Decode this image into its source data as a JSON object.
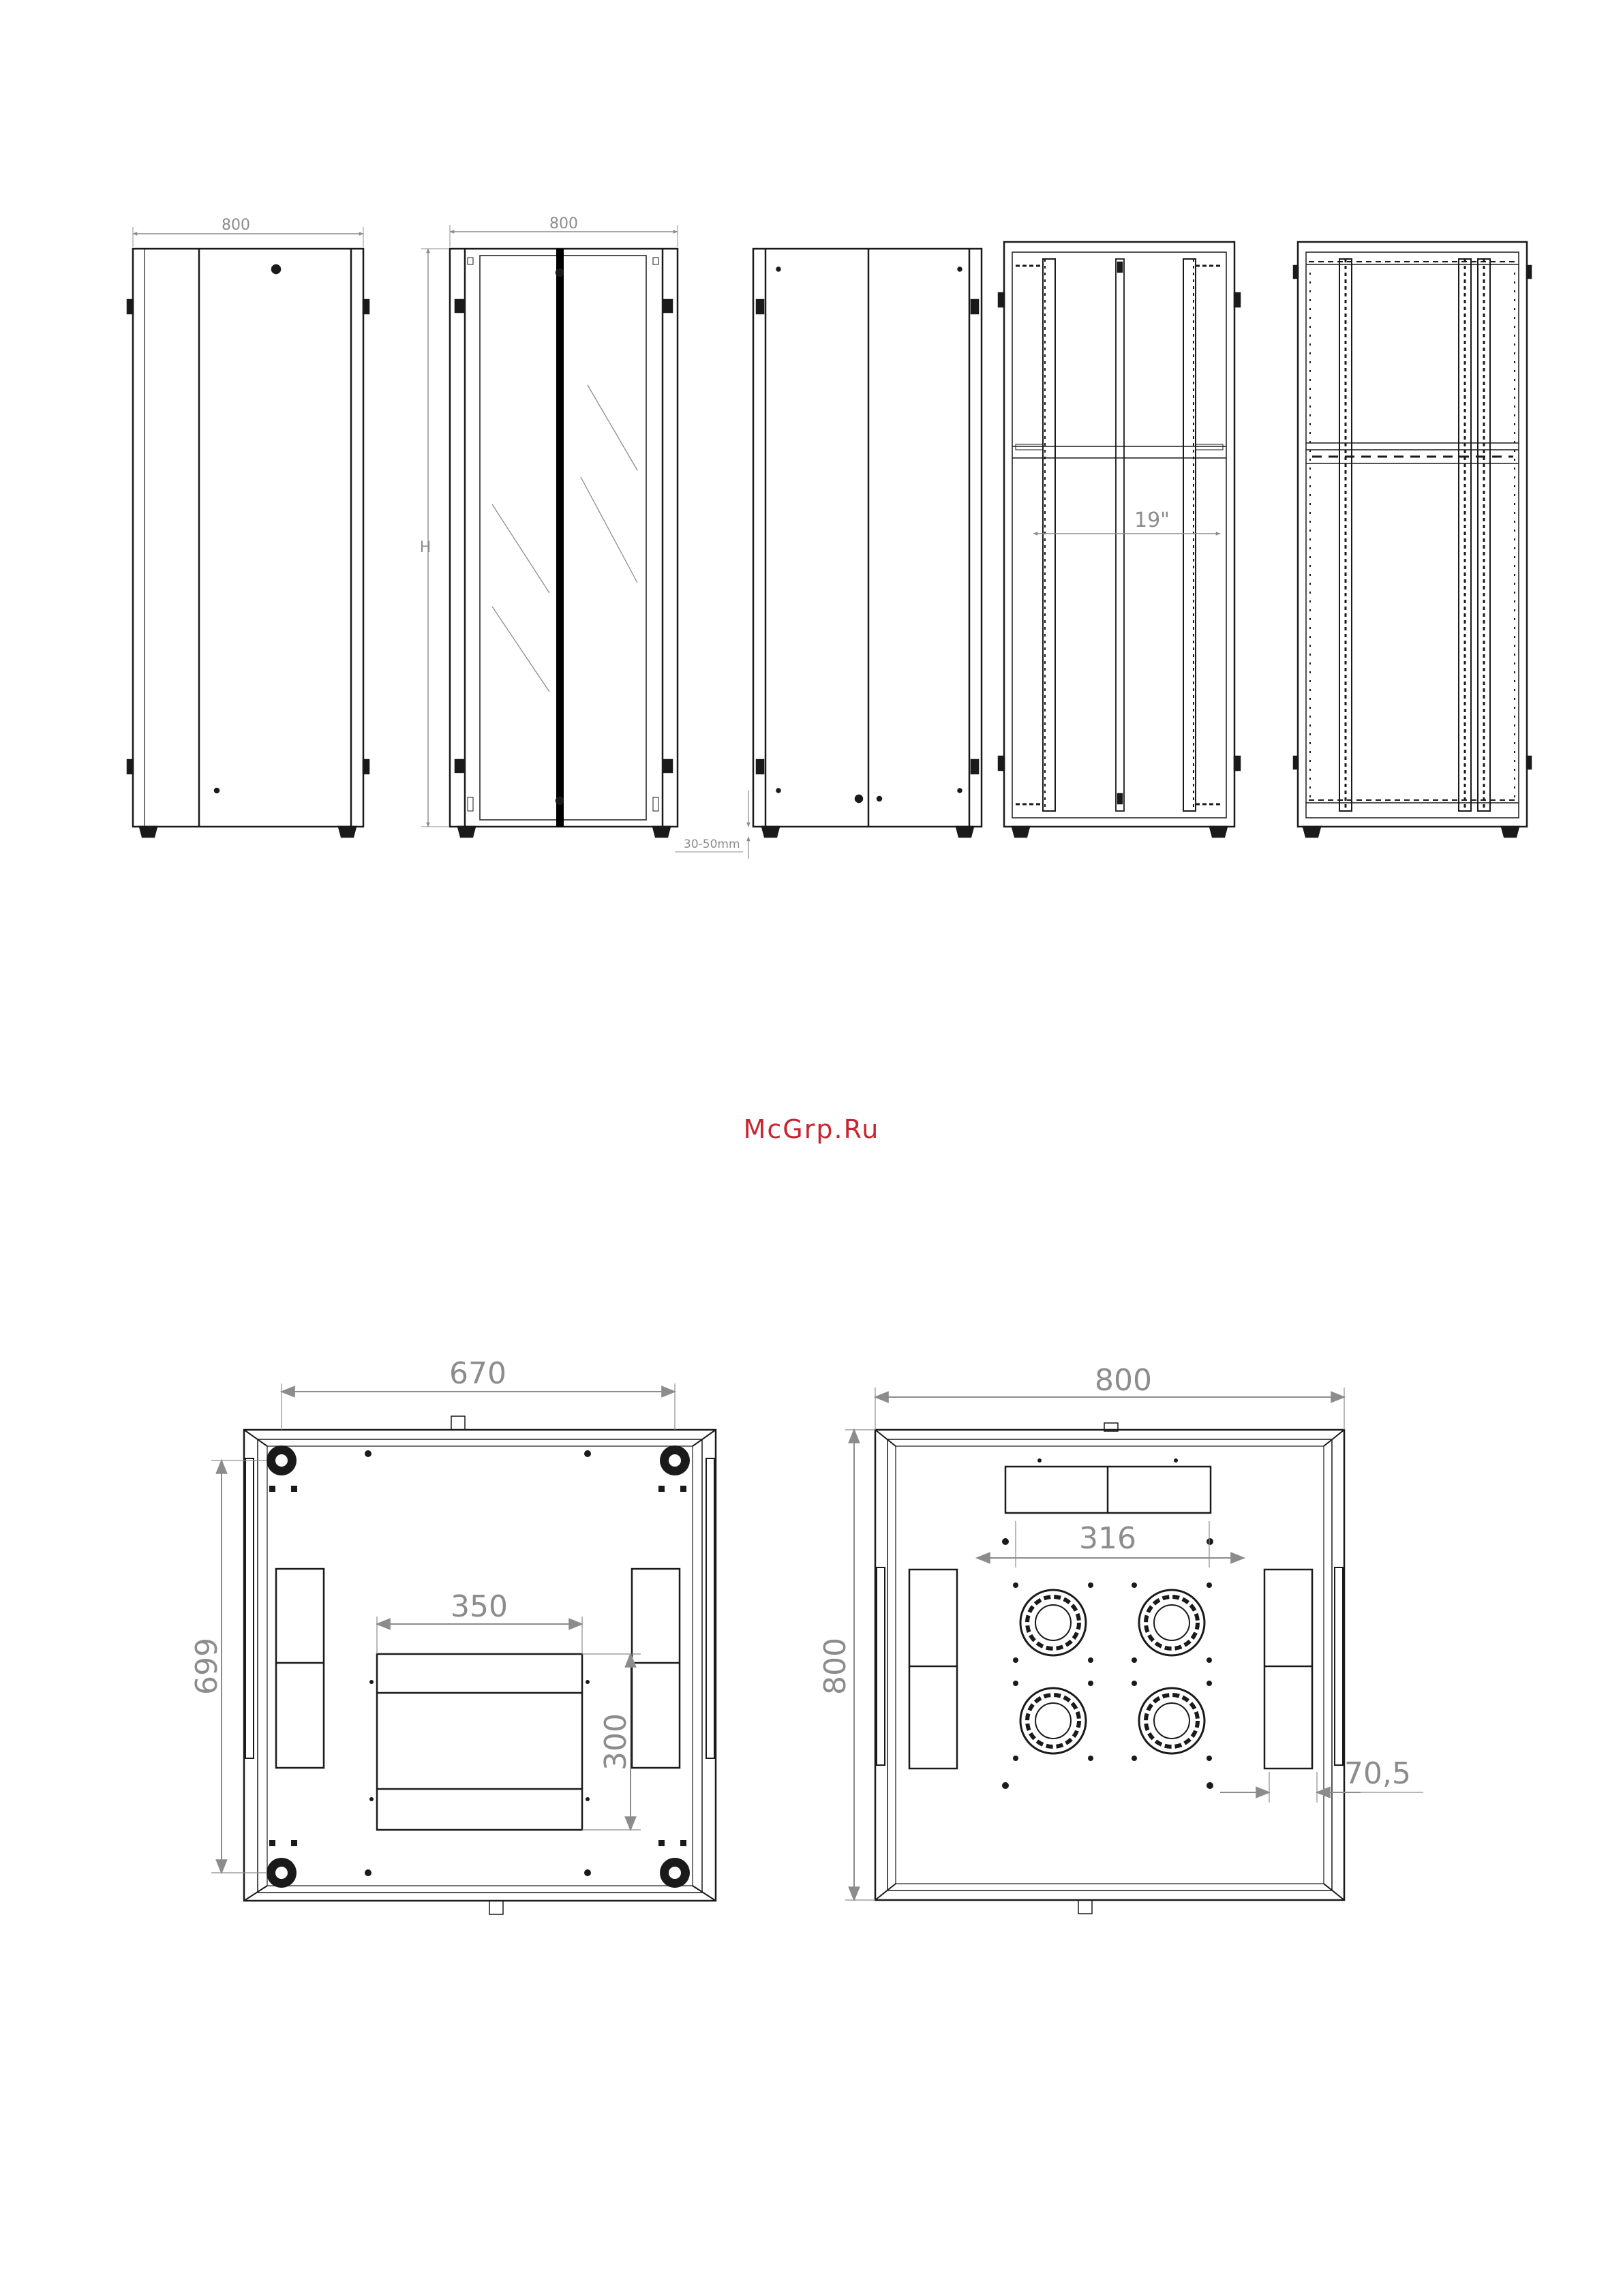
{
  "watermark": "McGrp.Ru",
  "colors": {
    "line": "#1a1a1a",
    "dimension": "#8c8c8c",
    "watermark": "#c8252f",
    "door": "#000000"
  },
  "elevations": {
    "front_width": "800",
    "glass_width": "800",
    "height_label": "H",
    "feet_label": "30-50mm",
    "rack_label": "19\""
  },
  "plan_views": {
    "bottom": {
      "width": "670",
      "depth": "699",
      "cutout_width": "350",
      "cutout_depth": "300"
    },
    "top": {
      "width": "800",
      "depth": "800",
      "fan_spacing": "316",
      "offset": "70,5"
    }
  }
}
